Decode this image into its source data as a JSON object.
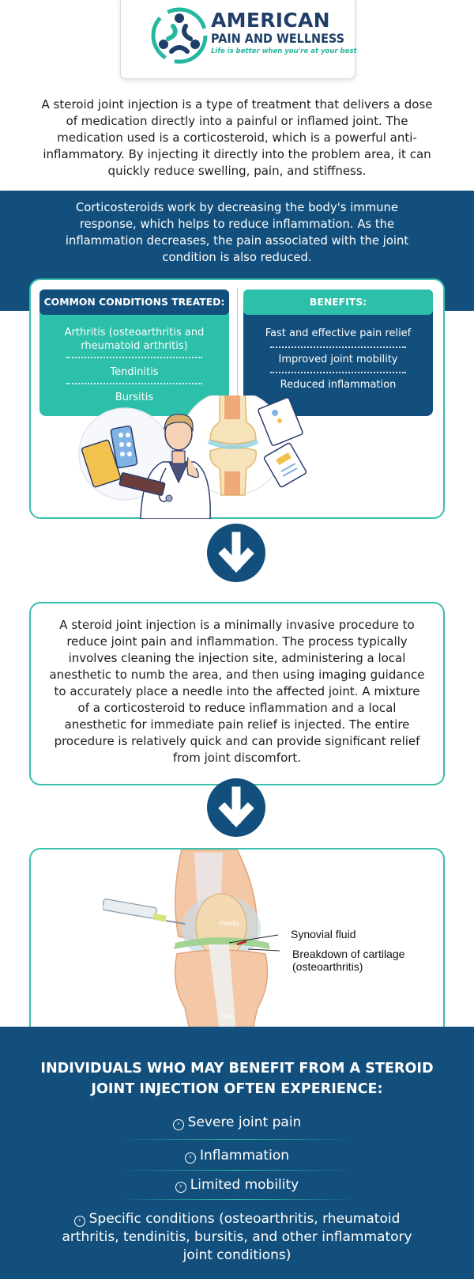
{
  "logo": {
    "line1": "AMERICAN",
    "line2": "PAIN AND WELLNESS",
    "tagline": "Life is better when you're at your best"
  },
  "intro": "A steroid joint injection is a type of treatment that delivers a dose of medication directly into a painful or inflamed joint. The medication used is a corticosteroid, which is a powerful anti-inflammatory. By injecting it directly into the problem area, it can quickly reduce swelling, pain, and stiffness.",
  "mechanism": "Corticosteroids work by decreasing the body's immune response, which helps to reduce inflammation. As the inflammation decreases, the pain associated with the joint condition is also reduced.",
  "conditions": {
    "heading": "COMMON CONDITIONS TREATED:",
    "items": [
      "Arthritis (osteoarthritis and rheumatoid arthritis)",
      "Tendinitis",
      "Bursitis"
    ]
  },
  "benefits": {
    "heading": "BENEFITS:",
    "items": [
      "Fast and effective pain relief",
      "Improved joint mobility",
      "Reduced inflammation"
    ]
  },
  "procedure": "A steroid joint injection is a minimally invasive procedure to reduce joint pain and inflammation. The process typically involves cleaning the injection site, administering a local anesthetic to numb the area, and then using imaging guidance to accurately place a needle into the affected joint. A mixture of a corticosteroid to reduce inflammation and a local anesthetic for immediate pain relief is injected. The entire procedure is relatively quick and can provide significant relief from joint discomfort.",
  "knee": {
    "patella": "Patella",
    "tibia": "Tibia",
    "synovial": "Synovial fluid",
    "cartilage_line1": "Breakdown of cartilage",
    "cartilage_line2": "(osteoarthritis)"
  },
  "candidates": {
    "title": "INDIVIDUALS WHO MAY BENEFIT FROM A STEROID JOINT INJECTION OFTEN EXPERIENCE:",
    "items": [
      "Severe joint pain",
      "Inflammation",
      "Limited mobility",
      "Specific conditions (osteoarthritis, rheumatoid arthritis, tendinitis, bursitis, and other inflammatory joint conditions)"
    ]
  },
  "colors": {
    "navy": "#134f7c",
    "teal": "#2cbfa9",
    "logo_navy": "#1f3f68",
    "logo_teal": "#27b7a0"
  }
}
